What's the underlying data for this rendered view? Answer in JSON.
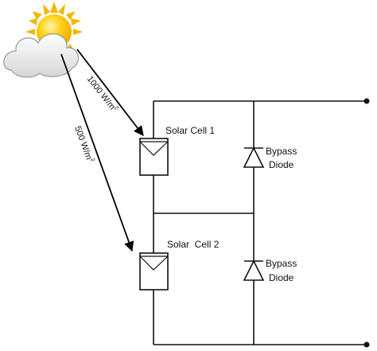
{
  "sun": {
    "icon": "sun-behind-cloud-icon"
  },
  "irradiance": {
    "cell1_value": "1000 W/m",
    "cell2_value": "500 W/m",
    "exponent": "2"
  },
  "cells": [
    {
      "label": "Solar Cell 1"
    },
    {
      "label": "Solar  Cell 2"
    }
  ],
  "diodes": [
    {
      "line1": "Bypass",
      "line2": "Diode"
    },
    {
      "line1": "Bypass",
      "line2": "Diode"
    }
  ],
  "colors": {
    "sun_ray": "#f2b705",
    "sun_core": "#ffd21a",
    "cloud": "#e9e9e9",
    "wire": "#111111"
  }
}
